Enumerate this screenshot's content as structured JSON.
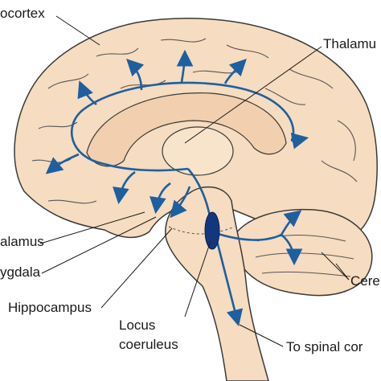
{
  "figure": {
    "labels": {
      "neocortex": "ocortex",
      "thalamus": "Thalamu",
      "hypothalamus": "alamus",
      "amygdala": "ygdala",
      "hippocampus": "Hippocampus",
      "locus_line1": "Locus",
      "locus_line2": "coeruleus",
      "cerebellum": "Cere",
      "spinal_cord": "To spinal cor"
    }
  },
  "colors": {
    "brain_fill": "#f6dcc0",
    "brain_outline": "#3a3a3a",
    "pathway": "#1d5f9f",
    "nucleus": "#13377f",
    "label": "#1a1a1a",
    "background": "#ffffff"
  }
}
